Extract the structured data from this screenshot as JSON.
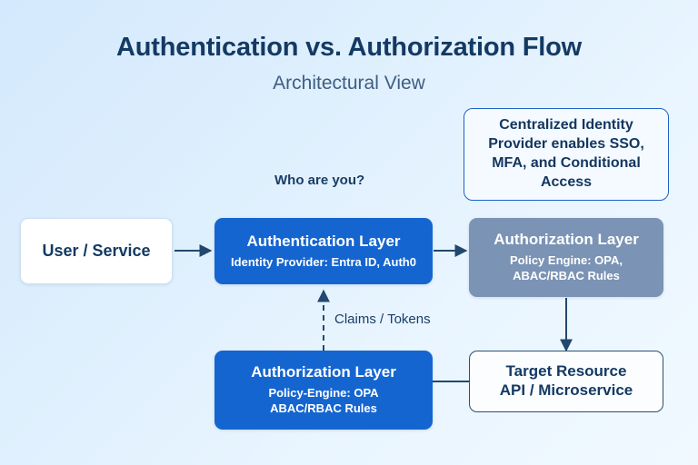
{
  "header": {
    "title": "Authentication vs. Authorization Flow",
    "subtitle": "Architectural View"
  },
  "colors": {
    "background_start": "#d4e9fd",
    "background_end": "#f1f9ff",
    "title": "#143a63",
    "subtitle": "#3f5e82",
    "blue_node": "#1565d0",
    "gray_node": "#7b93b4",
    "callout_border": "#1d63c8",
    "edge": "#23486e"
  },
  "nodes": {
    "user": {
      "title": "User / Service"
    },
    "authentication": {
      "title": "Authentication Layer",
      "subtitle": "Identity Provider: Entra ID, Auth0"
    },
    "authorization_top": {
      "title": "Authorization Layer",
      "subtitle_line1": "Policy Engine: OPA,",
      "subtitle_line2": "ABAC/RBAC Rules"
    },
    "authorization_bottom": {
      "title": "Authorization Layer",
      "subtitle_line1": "Policy-Engine: OPA",
      "subtitle_line2": "ABAC/RBAC Rules"
    },
    "target_resource": {
      "title_line1": "Target Resource",
      "title_line2": "API / Microservice"
    },
    "callout": {
      "text": "Centralized Identity Provider enables SSO, MFA, and Conditional Access"
    }
  },
  "edge_labels": {
    "who_are_you": "Who are you?",
    "claims_tokens": "Claims / Tokens"
  }
}
